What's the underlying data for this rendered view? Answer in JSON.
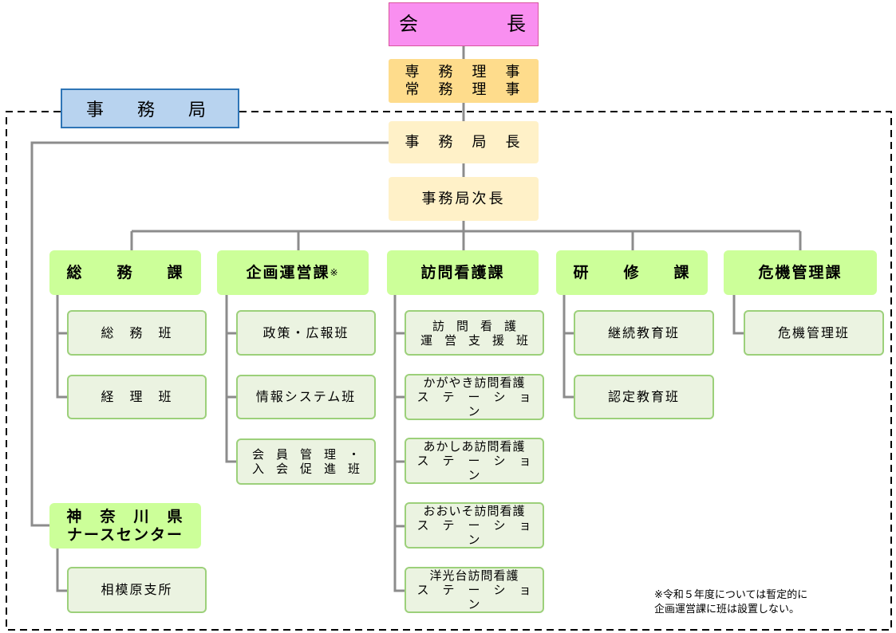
{
  "office_label": "事　務　局",
  "chief": "会　　　　長",
  "executives": "専　務　理　事\n常　務　理　事",
  "director": "事　務　局　長",
  "deputy": "事務局次長",
  "departments": {
    "general_affairs": "総　　務　　課",
    "planning": "企画運営課",
    "planning_mark": "※",
    "home_nursing": "訪問看護課",
    "training": "研　　修　　課",
    "risk": "危機管理課",
    "nurse_center": "神　奈　川　県\nナースセンター"
  },
  "teams": {
    "general_affairs_team": "総　務　班",
    "accounting_team": "経　理　班",
    "policy_pr_team": "政策・広報班",
    "info_system_team": "情報システム班",
    "membership_team": "会　員　管　理　・\n入　会　促　進　班",
    "home_nursing_support_team": "訪　問　看　護\n運　営　支　援　班",
    "kagayaki_station": "かがやき訪問看護\nス　テ　ー　シ　ョ　ン",
    "akashia_station": "あかしあ訪問看護\nス　テ　ー　シ　ョ　ン",
    "ooiso_station": "おおいそ訪問看護\nス　テ　ー　シ　ョ　ン",
    "yokodai_station": "洋光台訪問看護\nス　テ　ー　シ　ョ　ン",
    "continuing_ed_team": "継続教育班",
    "certified_ed_team": "認定教育班",
    "risk_team": "危機管理班",
    "sagamihara_branch": "相模原支所"
  },
  "note": "※令和５年度については暫定的に\n企画運営課に班は設置しない。",
  "colors": {
    "chief": "#f98ff0",
    "executives": "#fedc8c",
    "secretariat": "#fff1c8",
    "department": "#ccff99",
    "team_fill": "#ebf3e1",
    "team_border": "#9cd07a",
    "office_label": "#b8d3ef",
    "connector": "#8c8c8c"
  }
}
